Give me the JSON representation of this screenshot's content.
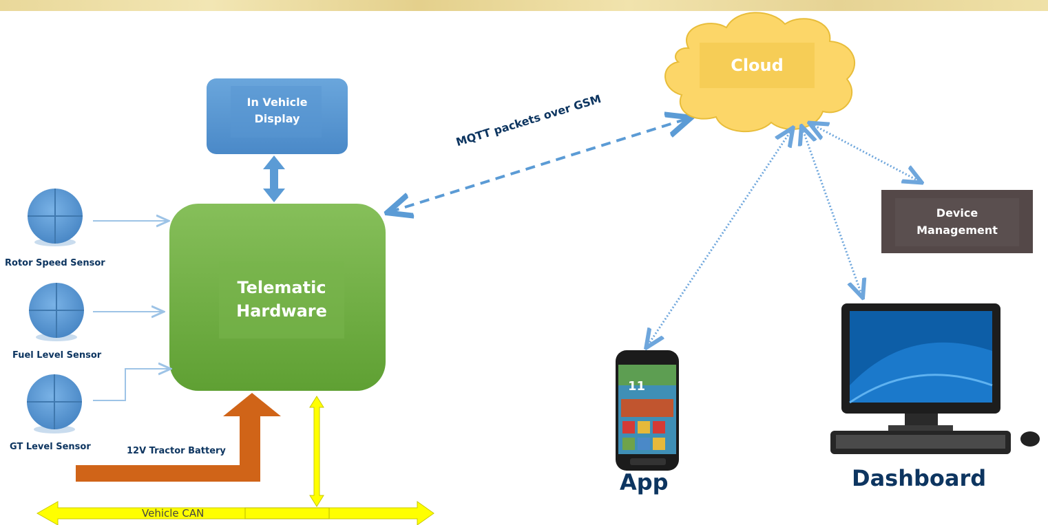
{
  "nodes": {
    "display": "In Vehicle\nDisplay",
    "telematic": "Telematic\nHardware",
    "cloud": "Cloud",
    "device_mgmt": "Device\nManagement"
  },
  "sensors": {
    "rotor": "Rotor Speed Sensor",
    "fuel": "Fuel Level Sensor",
    "gt": "GT Level Sensor"
  },
  "edges": {
    "battery": "12V Tractor Battery",
    "can": "Vehicle CAN",
    "mqtt": "MQTT packets over GSM"
  },
  "clients": {
    "app": "App",
    "dashboard": "Dashboard"
  },
  "colors": {
    "display": "#5b9bd5",
    "telematic": "#70ad47",
    "cloud": "#fcd668",
    "device": "#544848",
    "battery": "#d06418",
    "can": "#ffff00",
    "label": "#0d3560",
    "sensor": "#5b9bd5"
  }
}
